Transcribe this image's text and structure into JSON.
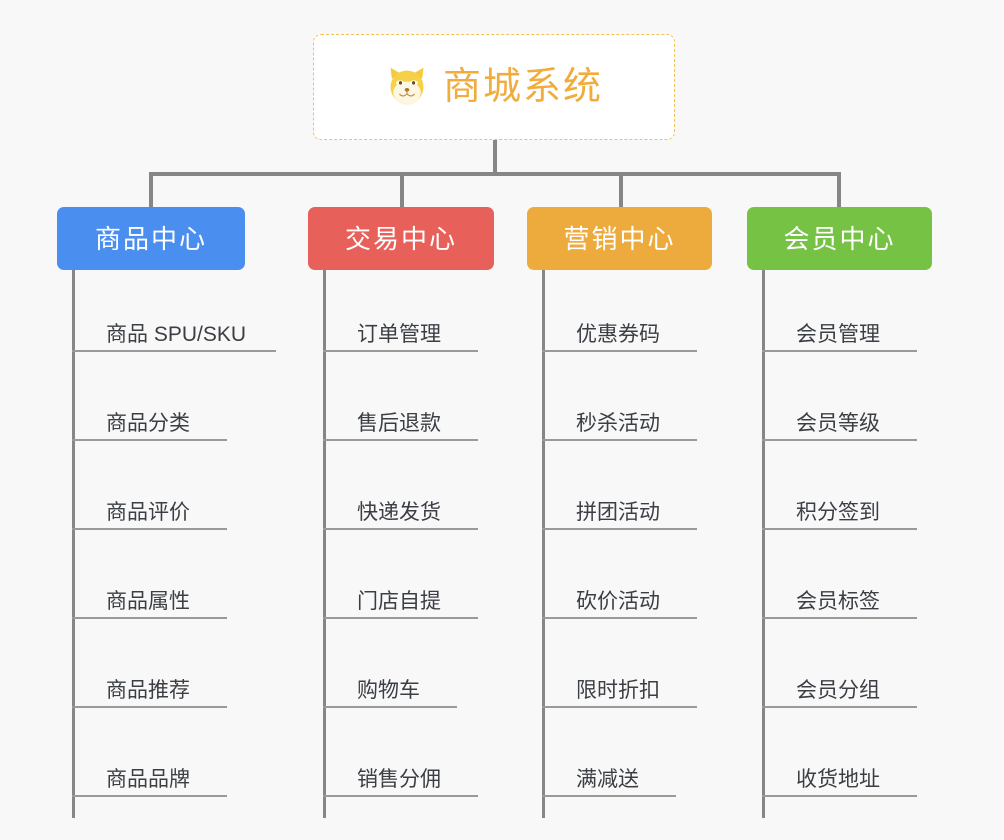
{
  "diagram": {
    "type": "mindmap",
    "background_color": "#f8f8f9",
    "root": {
      "title": "商城系统",
      "icon": "shiba-dog-face-icon",
      "text_color": "#f0ad3e",
      "border_color": "#f2c15a",
      "background_color": "#ffffff"
    },
    "branches": [
      {
        "label": "商品中心",
        "color": "#4a8ef0",
        "items": [
          "商品 SPU/SKU",
          "商品分类",
          "商品评价",
          "商品属性",
          "商品推荐",
          "商品品牌"
        ]
      },
      {
        "label": "交易中心",
        "color": "#e8605a",
        "items": [
          "订单管理",
          "售后退款",
          "快递发货",
          "门店自提",
          "购物车",
          "销售分佣"
        ]
      },
      {
        "label": "营销中心",
        "color": "#eeab3d",
        "items": [
          "优惠券码",
          "秒杀活动",
          "拼团活动",
          "砍价活动",
          "限时折扣",
          "满减送"
        ]
      },
      {
        "label": "会员中心",
        "color": "#76c244",
        "items": [
          "会员管理",
          "会员等级",
          "积分签到",
          "会员标签",
          "会员分组",
          "收货地址"
        ]
      }
    ]
  }
}
